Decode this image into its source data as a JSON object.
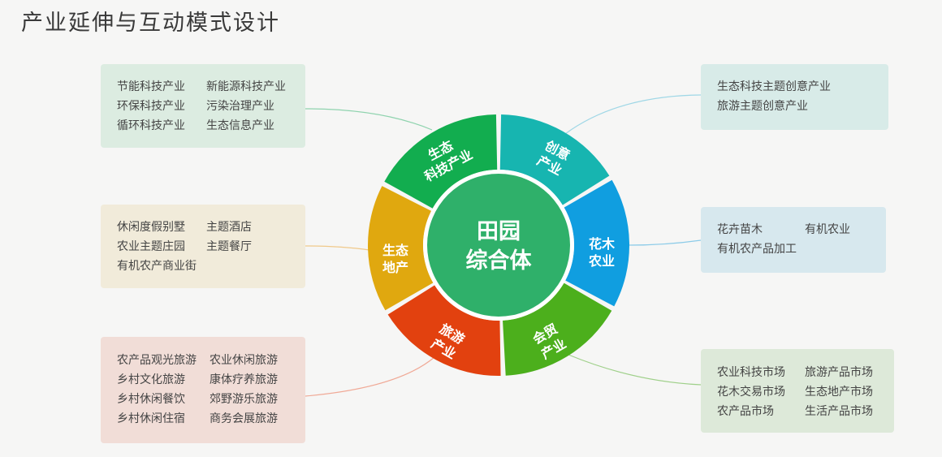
{
  "title": "产业延伸与互动模式设计",
  "center": {
    "line1": "田园",
    "line2": "综合体",
    "color": "#2fb06a"
  },
  "segments": [
    {
      "id": "eco-tech",
      "line1": "生态",
      "line2": "科技产业",
      "color": "#12ad4f"
    },
    {
      "id": "creative",
      "line1": "创意",
      "line2": "产业",
      "color": "#17b5b0"
    },
    {
      "id": "flower",
      "line1": "花木",
      "line2": "农业",
      "color": "#109ee0"
    },
    {
      "id": "trade",
      "line1": "会贸",
      "line2": "产业",
      "color": "#4caf1c"
    },
    {
      "id": "tourism",
      "line1": "旅游",
      "line2": "产业",
      "color": "#e2410f"
    },
    {
      "id": "estate",
      "line1": "生态",
      "line2": "地产",
      "color": "#e0a80f"
    }
  ],
  "boxes": {
    "eco": [
      "节能科技产业",
      "新能源科技产业",
      "环保科技产业",
      "污染治理产业",
      "循环科技产业",
      "生态信息产业"
    ],
    "estate": [
      "休闲度假别墅",
      "主题酒店",
      "农业主题庄园",
      "主题餐厅",
      "有机农产商业街",
      ""
    ],
    "tour": [
      "农产品观光旅游",
      "农业休闲旅游",
      "乡村文化旅游",
      "康体疗养旅游",
      "乡村休闲餐饮",
      "郊野游乐旅游",
      "乡村休闲住宿",
      "商务会展旅游"
    ],
    "creative": [
      "生态科技主题创意产业",
      "旅游主题创意产业"
    ],
    "flower": [
      "花卉苗木",
      "有机农业",
      "有机农产品加工",
      ""
    ],
    "trade": [
      "农业科技市场",
      "旅游产品市场",
      "花木交易市场",
      "生态地产市场",
      "农产品市场",
      "生活产品市场"
    ]
  },
  "connector_colors": {
    "eco": "#8fd3ae",
    "estate": "#f0c98a",
    "tour": "#f0a996",
    "creative": "#9fd7e6",
    "flower": "#8ccbe8",
    "trade": "#9fd08a"
  }
}
